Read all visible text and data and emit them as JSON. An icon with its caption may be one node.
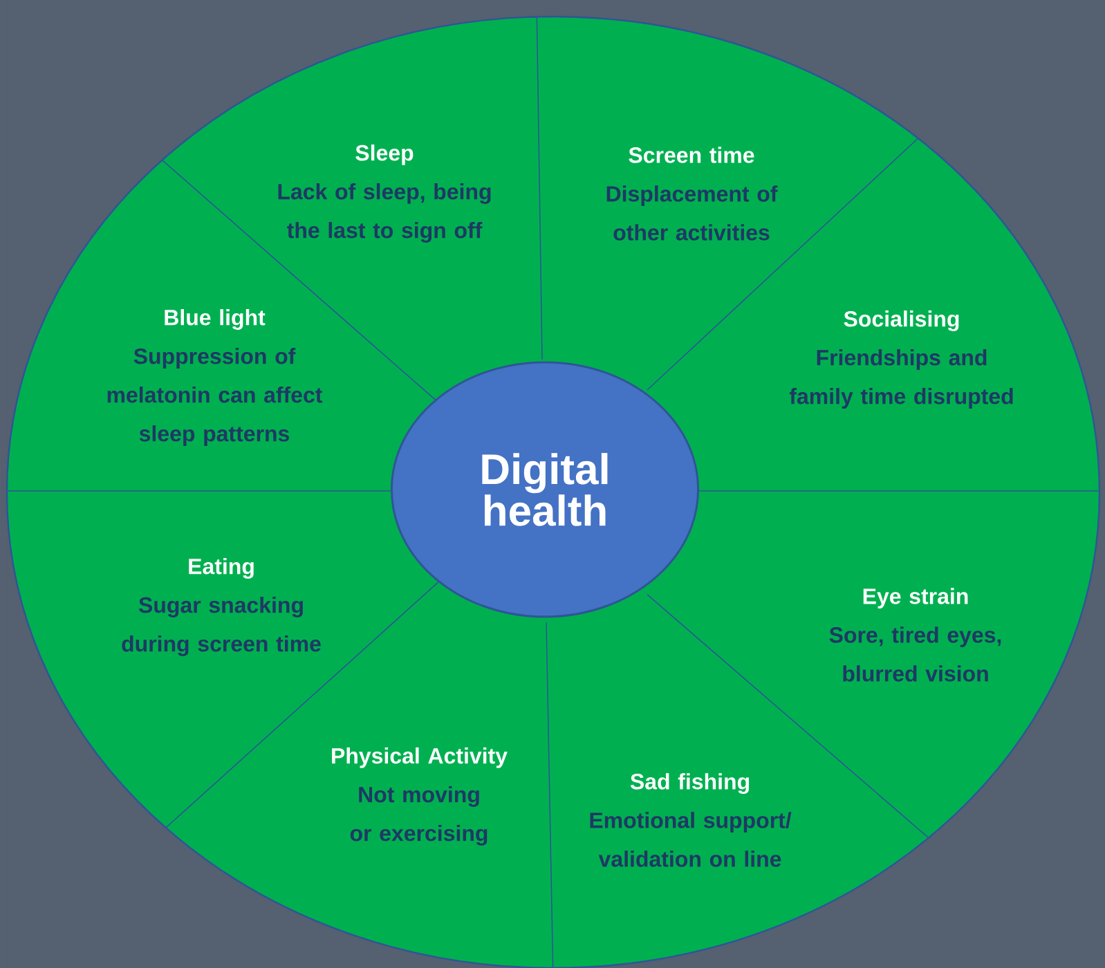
{
  "diagram": {
    "nodes": [
      {
        "text": [
          "Sleep",
          "Lack of sleep, being the last to sign off"
        ]
      },
      {
        "text": [
          "Screen time",
          "Displacement of other activities"
        ]
      },
      {
        "text": [
          "Blue light",
          "Suppression of melatonin can affect sleep patterns"
        ]
      },
      {
        "text": [
          "Socialising",
          "Friendships and family time disrupted"
        ]
      },
      {
        "text": [
          "Digital health"
        ]
      },
      {
        "text": [
          "Eating",
          "Sugar snacking during screen time"
        ]
      },
      {
        "text": [
          "Eye strain",
          "Sore, tired eyes, blurred vision"
        ]
      },
      {
        "text": [
          "Physical Activity",
          "Not moving or exercising"
        ]
      },
      {
        "text": [
          "Sad fishing",
          "Emotional support/ validation on line"
        ]
      }
    ]
  }
}
